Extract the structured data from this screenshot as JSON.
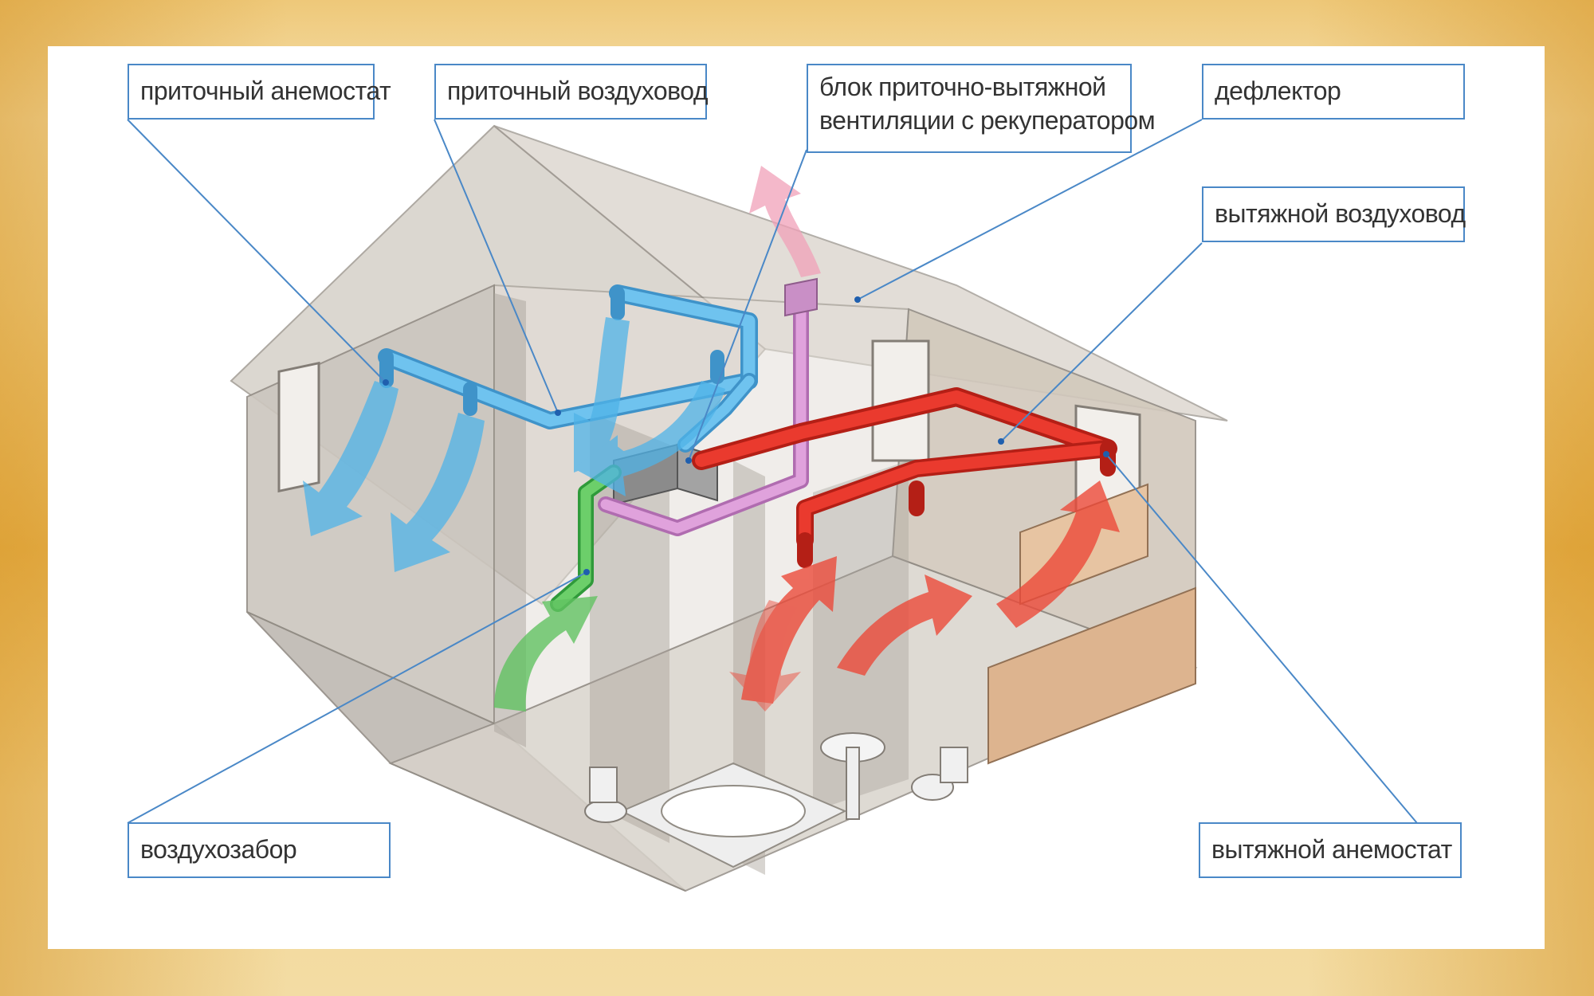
{
  "callouts": {
    "supply_anemostat": "приточный анемостат",
    "supply_duct": "приточный воздуховод",
    "unit_line1": "блок приточно-вытяжной",
    "unit_line2": "вентиляции с рекуператором",
    "deflector": "дефлектор",
    "exhaust_duct": "вытяжной воздуховод",
    "air_intake": "воздухозабор",
    "exhaust_anemostat": "вытяжной анемостат"
  },
  "colors": {
    "supply": "#5bb6e6",
    "exhaust": "#e8352b",
    "intake": "#5cb85c",
    "unit_duct": "#d58fd0",
    "leader_line": "#4a88c7",
    "house": "#cfc9c0"
  }
}
